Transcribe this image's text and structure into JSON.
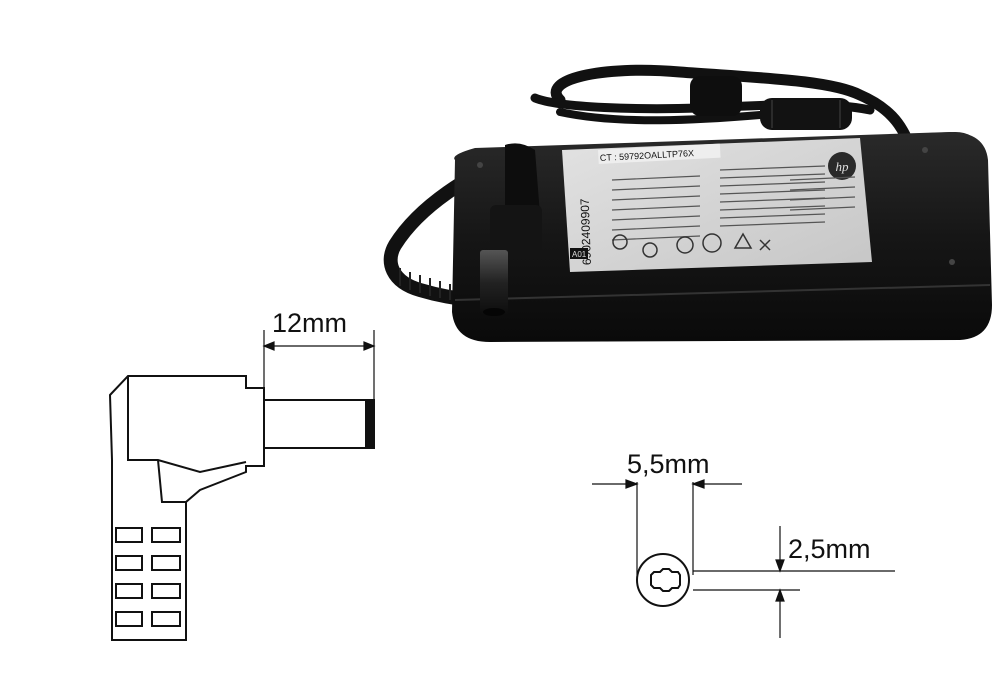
{
  "dimensions": {
    "plug_length": "12mm",
    "outer_diameter": "5,5mm",
    "inner_diameter": "2,5mm"
  },
  "adapter_label": {
    "brand": "hp",
    "ct_code": "CT : 59792OALLTP76X",
    "barcode_number": "6902409907",
    "revision": "A01"
  },
  "colors": {
    "background": "#ffffff",
    "adapter_body": "#151515",
    "adapter_label": "#d8d8d8",
    "line_art": "#111111"
  }
}
